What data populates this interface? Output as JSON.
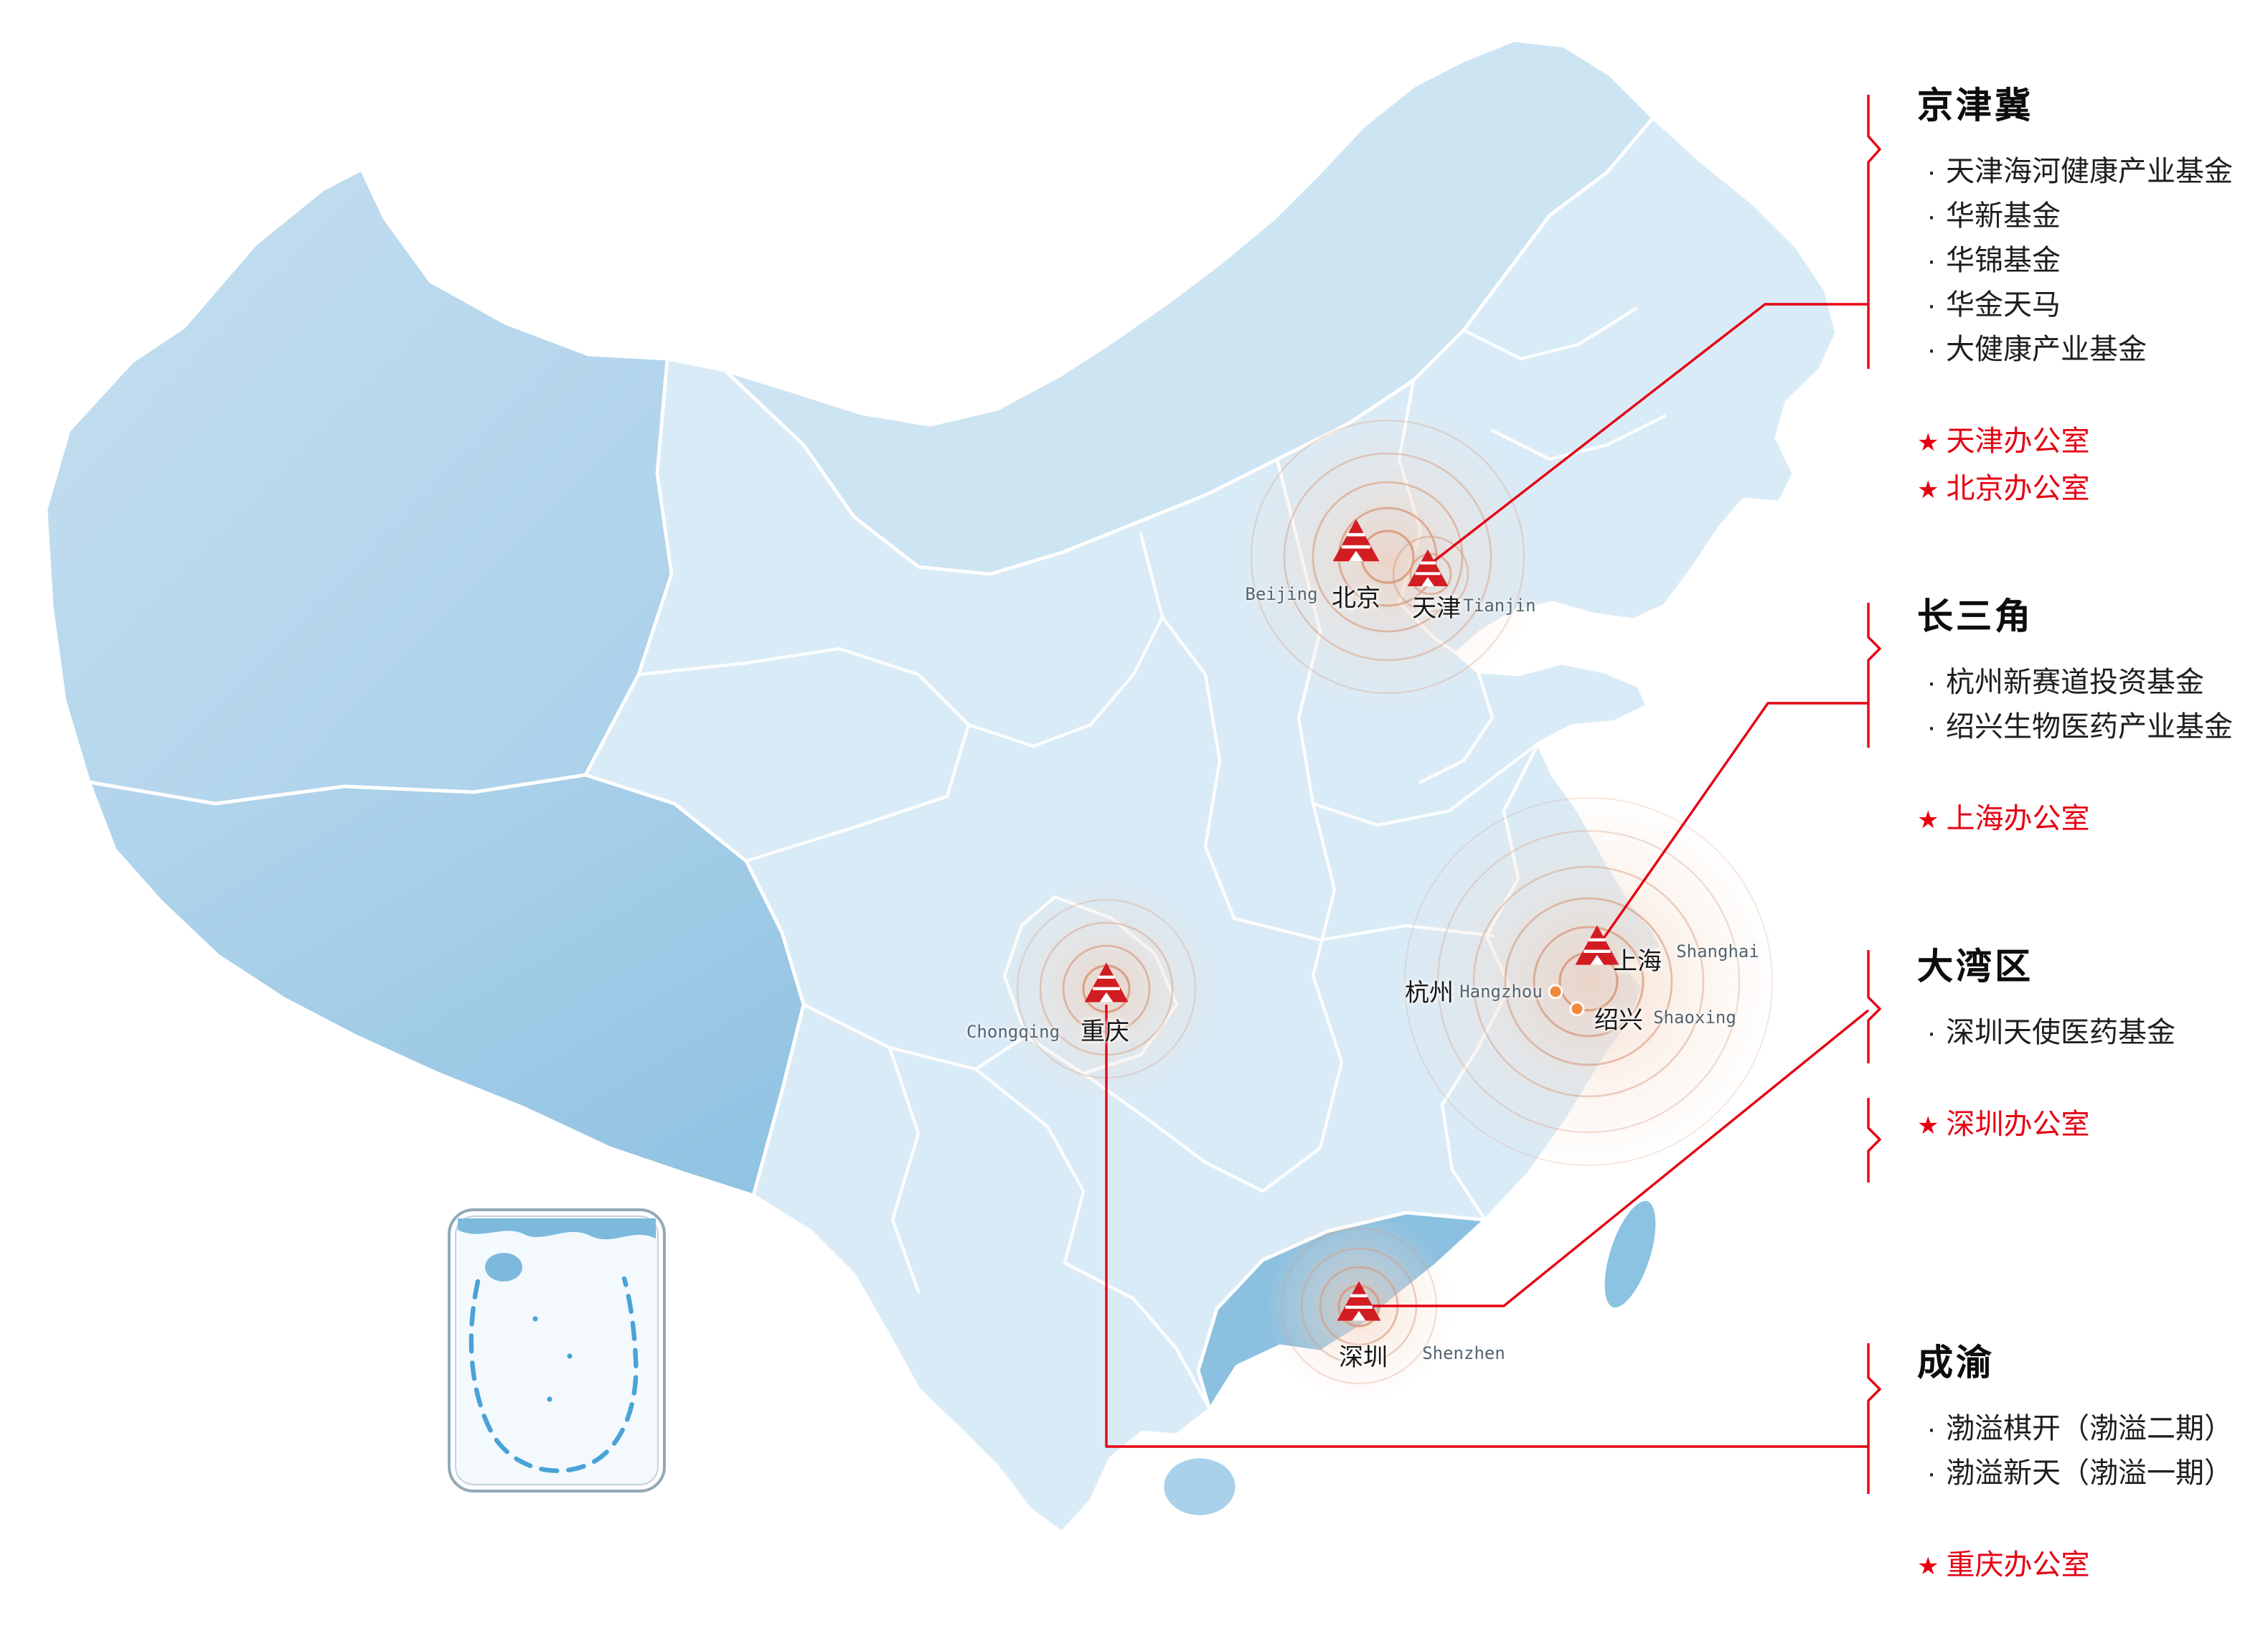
{
  "regions": [
    {
      "title": "京津冀",
      "funds": [
        "天津海河健康产业基金",
        "华新基金",
        "华锦基金",
        "华金天马",
        "大健康产业基金"
      ],
      "offices": [
        "天津办公室",
        "北京办公室"
      ]
    },
    {
      "title": "长三角",
      "funds": [
        "杭州新赛道投资基金",
        "绍兴生物医药产业基金"
      ],
      "offices": [
        "上海办公室"
      ]
    },
    {
      "title": "大湾区",
      "funds": [
        "深圳天使医药基金"
      ],
      "offices": [
        "深圳办公室"
      ]
    },
    {
      "title": "成渝",
      "funds": [
        "渤溢棋开（渤溢二期）",
        "渤溢新天（渤溢一期）"
      ],
      "offices": [
        "重庆办公室"
      ]
    }
  ],
  "cities": [
    {
      "zh": "北京",
      "en": "Beijing"
    },
    {
      "zh": "天津",
      "en": "Tianjin"
    },
    {
      "zh": "上海",
      "en": "Shanghai"
    },
    {
      "zh": "杭州",
      "en": "Hangzhou"
    },
    {
      "zh": "绍兴",
      "en": "Shaoxing"
    },
    {
      "zh": "重庆",
      "en": "Chongqing"
    },
    {
      "zh": "深圳",
      "en": "Shenzhen"
    }
  ],
  "icons": {
    "star": "★",
    "bullet": "·"
  },
  "colors": {
    "accent_red": "#e60012",
    "logo_red": "#d11c22",
    "marker_orange": "#f18a3d",
    "map_base": "#d9ebf7",
    "map_xinjiang": "#b5d7ec",
    "map_tibet": "#9fcbe8",
    "map_highlight_guangdong": "#8bc0e0",
    "ripple": "#dca98f",
    "inset_sea_line": "#49a3d6"
  }
}
